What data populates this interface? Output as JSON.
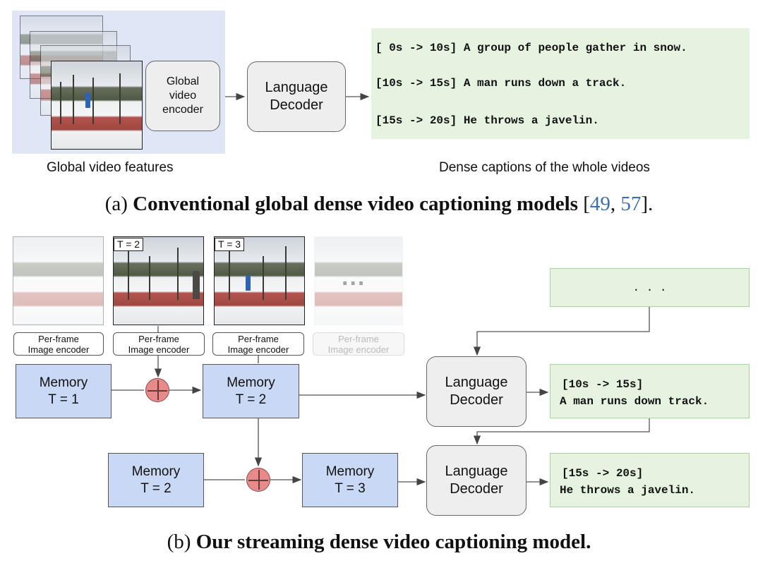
{
  "part_a": {
    "left_label": "Global video features",
    "encoder": [
      "Global",
      "video",
      "encoder"
    ],
    "decoder": [
      "Language",
      "Decoder"
    ],
    "captions": [
      "[ 0s -> 10s] A group of people gather in snow.",
      "[10s -> 15s] A man runs down a track.",
      "[15s -> 20s] He throws a javelin."
    ],
    "right_label": "Dense captions of the whole videos",
    "caption": {
      "prefix": "(a) ",
      "bold": "Conventional global dense video captioning models",
      "open": " [",
      "ref1": "49",
      "sep": ", ",
      "ref2": "57",
      "close": "]."
    }
  },
  "part_b": {
    "frame_labels": [
      "T = 2",
      "T = 3"
    ],
    "ellipsis_frame": "...",
    "encoder_label": [
      "Per-frame",
      "Image encoder"
    ],
    "memories_row1": [
      {
        "line1": "Memory",
        "line2": "T = 1"
      },
      {
        "line1": "Memory",
        "line2": "T = 2"
      }
    ],
    "memories_row2": [
      {
        "line1": "Memory",
        "line2": "T = 2"
      },
      {
        "line1": "Memory",
        "line2": "T = 3"
      }
    ],
    "decoder": [
      "Language",
      "Decoder"
    ],
    "top_box": ". . .",
    "captions": [
      {
        "time": "[10s -> 15s]",
        "text": "A man runs down track."
      },
      {
        "time": "[15s -> 20s]",
        "text": "He throws a javelin."
      }
    ],
    "caption": {
      "prefix": "(b) ",
      "bold": "Our streaming dense video captioning model."
    }
  },
  "colors": {
    "memory": "#c9d9f5",
    "caption_bg": "#e6f3e1",
    "caption_border": "#a9d49e",
    "plus": "#e98a8a",
    "ref_link": "#3a6fb0"
  }
}
